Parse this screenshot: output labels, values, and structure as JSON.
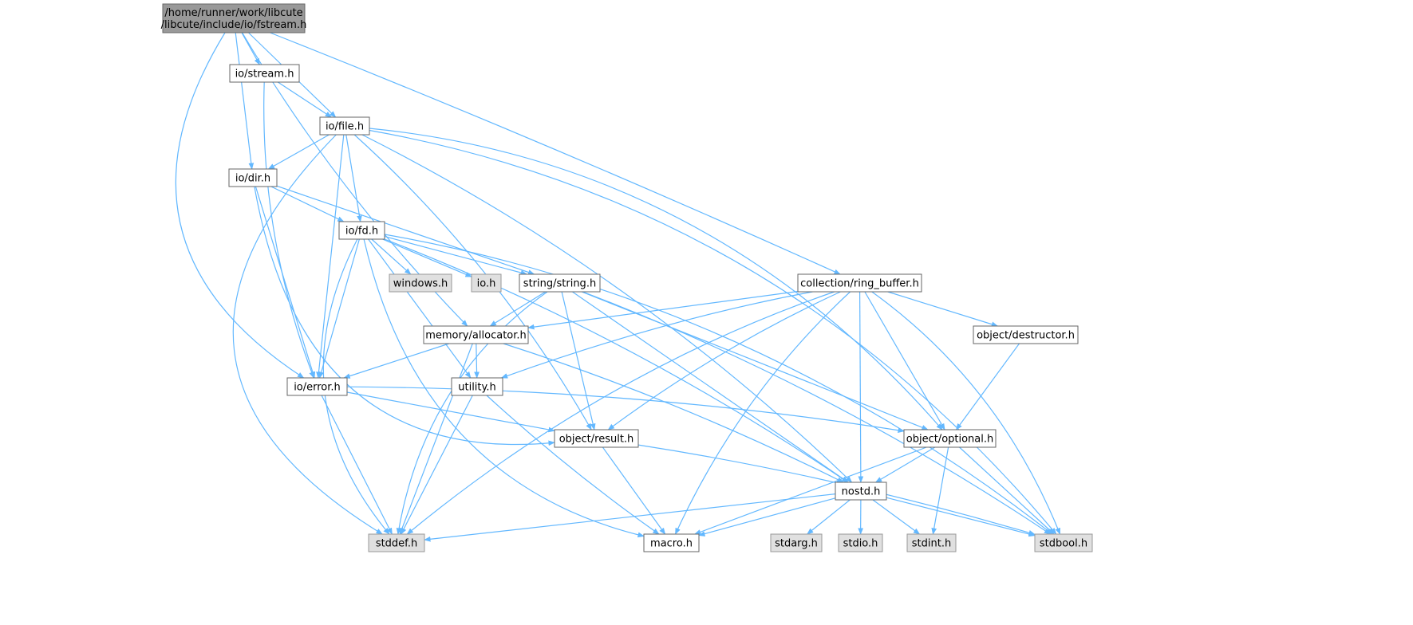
{
  "diagram": {
    "type": "include-dependency-graph",
    "colors": {
      "root_fill": "#999999",
      "root_stroke": "#666666",
      "node_fill": "#ffffff",
      "node_stroke": "#666666",
      "external_fill": "#e0e0e0",
      "external_stroke": "#999999",
      "edge": "#63b8ff",
      "text": "#000000"
    },
    "nodes": [
      {
        "id": "fstream",
        "lines": [
          "/home/runner/work/libcute",
          "/libcute/include/io/fstream.h"
        ],
        "kind": "root"
      },
      {
        "id": "stream",
        "lines": [
          "io/stream.h"
        ],
        "kind": "node"
      },
      {
        "id": "file",
        "lines": [
          "io/file.h"
        ],
        "kind": "node"
      },
      {
        "id": "dir",
        "lines": [
          "io/dir.h"
        ],
        "kind": "node"
      },
      {
        "id": "fd",
        "lines": [
          "io/fd.h"
        ],
        "kind": "node"
      },
      {
        "id": "windows",
        "lines": [
          "windows.h"
        ],
        "kind": "external"
      },
      {
        "id": "io",
        "lines": [
          "io.h"
        ],
        "kind": "external"
      },
      {
        "id": "string",
        "lines": [
          "string/string.h"
        ],
        "kind": "node"
      },
      {
        "id": "ring",
        "lines": [
          "collection/ring_buffer.h"
        ],
        "kind": "node"
      },
      {
        "id": "allocator",
        "lines": [
          "memory/allocator.h"
        ],
        "kind": "node"
      },
      {
        "id": "destructor",
        "lines": [
          "object/destructor.h"
        ],
        "kind": "node"
      },
      {
        "id": "error",
        "lines": [
          "io/error.h"
        ],
        "kind": "node"
      },
      {
        "id": "utility",
        "lines": [
          "utility.h"
        ],
        "kind": "node"
      },
      {
        "id": "result",
        "lines": [
          "object/result.h"
        ],
        "kind": "node"
      },
      {
        "id": "optional",
        "lines": [
          "object/optional.h"
        ],
        "kind": "node"
      },
      {
        "id": "nostd",
        "lines": [
          "nostd.h"
        ],
        "kind": "node"
      },
      {
        "id": "stddef",
        "lines": [
          "stddef.h"
        ],
        "kind": "external"
      },
      {
        "id": "macro",
        "lines": [
          "macro.h"
        ],
        "kind": "node"
      },
      {
        "id": "stdarg",
        "lines": [
          "stdarg.h"
        ],
        "kind": "external"
      },
      {
        "id": "stdio",
        "lines": [
          "stdio.h"
        ],
        "kind": "external"
      },
      {
        "id": "stdint",
        "lines": [
          "stdint.h"
        ],
        "kind": "external"
      },
      {
        "id": "stdbool",
        "lines": [
          "stdbool.h"
        ],
        "kind": "external"
      }
    ],
    "edges": [
      [
        "fstream",
        "stream"
      ],
      [
        "fstream",
        "file"
      ],
      [
        "fstream",
        "dir"
      ],
      [
        "fstream",
        "error"
      ],
      [
        "fstream",
        "allocator"
      ],
      [
        "fstream",
        "ring"
      ],
      [
        "stream",
        "file"
      ],
      [
        "stream",
        "error"
      ],
      [
        "file",
        "dir"
      ],
      [
        "file",
        "fd"
      ],
      [
        "file",
        "error"
      ],
      [
        "file",
        "result"
      ],
      [
        "file",
        "nostd"
      ],
      [
        "file",
        "optional"
      ],
      [
        "file",
        "stdbool"
      ],
      [
        "file",
        "stddef"
      ],
      [
        "dir",
        "fd"
      ],
      [
        "dir",
        "error"
      ],
      [
        "dir",
        "string"
      ],
      [
        "dir",
        "result"
      ],
      [
        "fd",
        "windows"
      ],
      [
        "fd",
        "io"
      ],
      [
        "fd",
        "string"
      ],
      [
        "fd",
        "error"
      ],
      [
        "fd",
        "utility"
      ],
      [
        "fd",
        "macro"
      ],
      [
        "fd",
        "stddef"
      ],
      [
        "fd",
        "nostd"
      ],
      [
        "fd",
        "stdbool"
      ],
      [
        "string",
        "allocator"
      ],
      [
        "string",
        "result"
      ],
      [
        "string",
        "optional"
      ],
      [
        "string",
        "nostd"
      ],
      [
        "string",
        "stddef"
      ],
      [
        "string",
        "stdbool"
      ],
      [
        "ring",
        "allocator"
      ],
      [
        "ring",
        "destructor"
      ],
      [
        "ring",
        "utility"
      ],
      [
        "ring",
        "result"
      ],
      [
        "ring",
        "optional"
      ],
      [
        "ring",
        "nostd"
      ],
      [
        "ring",
        "stddef"
      ],
      [
        "ring",
        "macro"
      ],
      [
        "ring",
        "stdbool"
      ],
      [
        "allocator",
        "error"
      ],
      [
        "allocator",
        "utility"
      ],
      [
        "allocator",
        "nostd"
      ],
      [
        "allocator",
        "stddef"
      ],
      [
        "destructor",
        "optional"
      ],
      [
        "error",
        "result"
      ],
      [
        "error",
        "optional"
      ],
      [
        "error",
        "stddef"
      ],
      [
        "utility",
        "macro"
      ],
      [
        "utility",
        "stddef"
      ],
      [
        "result",
        "macro"
      ],
      [
        "result",
        "stdbool"
      ],
      [
        "optional",
        "nostd"
      ],
      [
        "optional",
        "macro"
      ],
      [
        "optional",
        "stdint"
      ],
      [
        "optional",
        "stdbool"
      ],
      [
        "nostd",
        "stddef"
      ],
      [
        "nostd",
        "macro"
      ],
      [
        "nostd",
        "stdarg"
      ],
      [
        "nostd",
        "stdio"
      ],
      [
        "nostd",
        "stdint"
      ],
      [
        "nostd",
        "stdbool"
      ]
    ]
  }
}
